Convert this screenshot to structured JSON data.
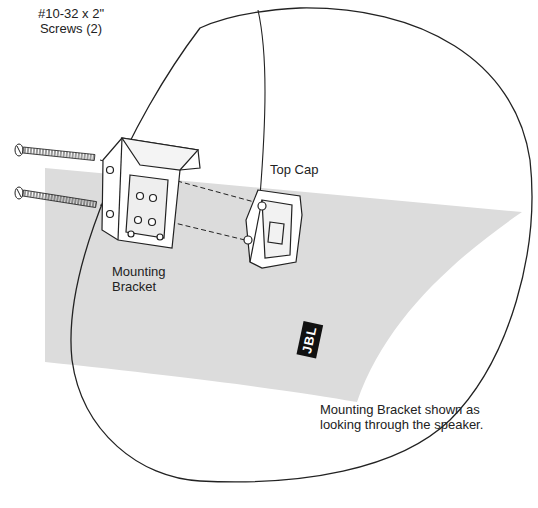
{
  "diagram": {
    "labels": [
      "#10-32 x 2\" Screws (2)",
      "Top Cap",
      "Mounting Bracket",
      "Mounting Bracket shown as looking through the speaker.",
      "JBL"
    ]
  }
}
